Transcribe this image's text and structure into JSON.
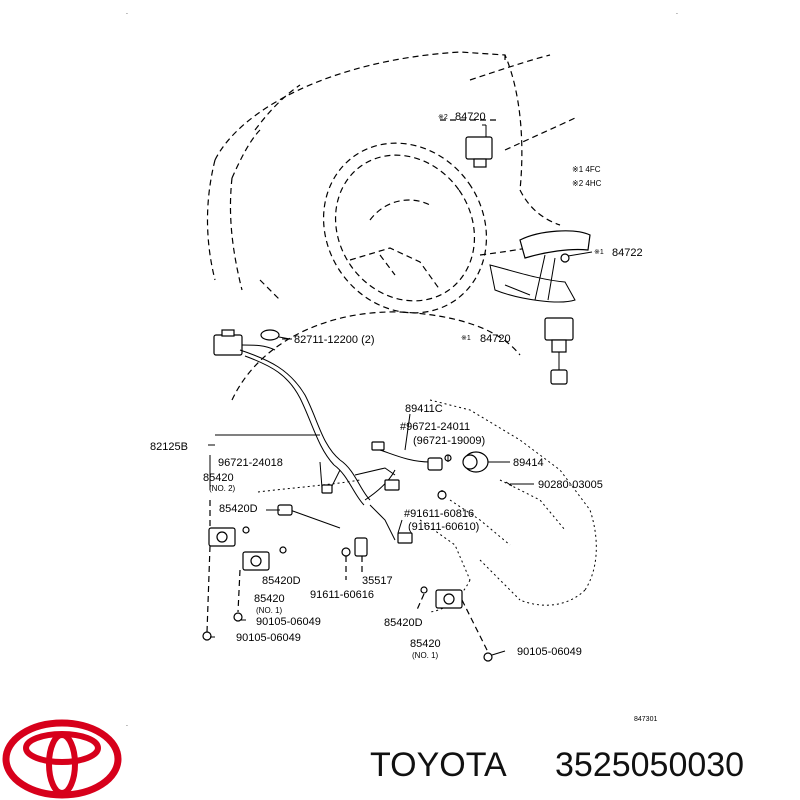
{
  "diagram": {
    "notes": [
      "※1  4FC",
      "※2  4HC"
    ],
    "callouts": {
      "c84720_top": "84720",
      "c84720_top_mark": "※2",
      "c84722": "84722",
      "c84722_mark": "※1",
      "c84720_mid": "84720",
      "c84720_mid_mark": "※1",
      "c82711": "82711-12200 (2)",
      "c89411": "89411C",
      "c96721_24011": "#96721-24011",
      "c96721_19009": "(96721-19009)",
      "c89414": "89414",
      "c90280": "90280-03005",
      "c82125": "82125B",
      "c96721_24018": "96721-24018",
      "c85420_no2": "85420",
      "c85420_no2_sub": "(NO. 2)",
      "c85420d_1": "85420D",
      "c91611_60816": "#91611-60816",
      "c91611_60610": "(91611-60610)",
      "c85420d_2": "85420D",
      "c35517": "35517",
      "c85420_no1a": "85420",
      "c85420_no1a_sub": "(NO. 1)",
      "c91611_60616": "91611-60616",
      "c90105_a": "90105-06049",
      "c90105_b": "90105-06049",
      "c85420d_3": "85420D",
      "c85420_no1b": "85420",
      "c85420_no1b_sub": "(NO. 1)",
      "c90105_c": "90105-06049"
    },
    "figure_code": "847301"
  },
  "brand": {
    "name": "TOYOTA",
    "part_number": "3525050030",
    "logo_color": "#d7001b"
  }
}
